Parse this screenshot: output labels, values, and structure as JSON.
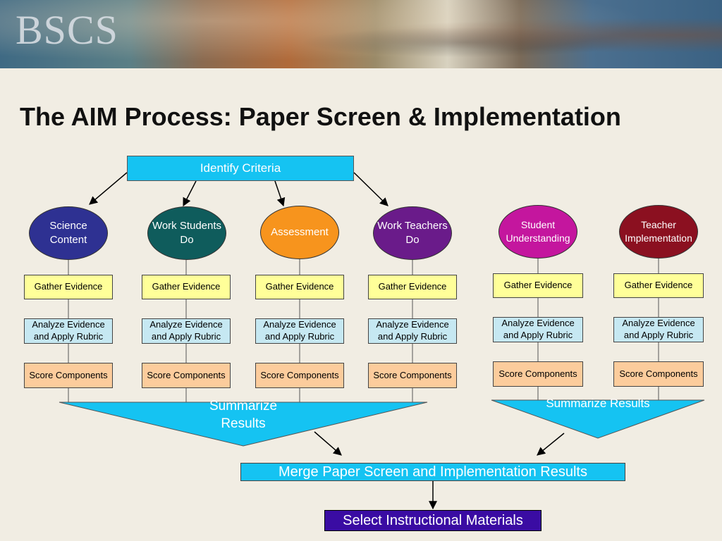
{
  "header": {
    "logo": "BSCS"
  },
  "title": "The AIM Process:  Paper Screen & Implementation",
  "top_box": "Identify Criteria",
  "ovals": [
    {
      "label": "Science Content",
      "color": "#2e3192"
    },
    {
      "label": "Work Students Do",
      "color": "#0f5c5c"
    },
    {
      "label": "Assessment",
      "color": "#f7941d"
    },
    {
      "label": "Work Teachers Do",
      "color": "#6a1b8a"
    },
    {
      "label": "Student Understanding",
      "color": "#c4169e"
    },
    {
      "label": "Teacher Implementation",
      "color": "#8b1020"
    }
  ],
  "steps": {
    "gather": "Gather Evidence",
    "analyze": "Analyze Evidence and Apply Rubric",
    "score": "Score Components"
  },
  "summarize": "Summarize Results",
  "merge": "Merge Paper Screen and Implementation Results",
  "select": "Select Instructional Materials",
  "colors": {
    "accent_cyan": "#15c3f2",
    "gather_fill": "#ffff99",
    "analyze_fill": "#c6e8f2",
    "score_fill": "#fccc9c",
    "select_fill": "#3a0ca3"
  }
}
